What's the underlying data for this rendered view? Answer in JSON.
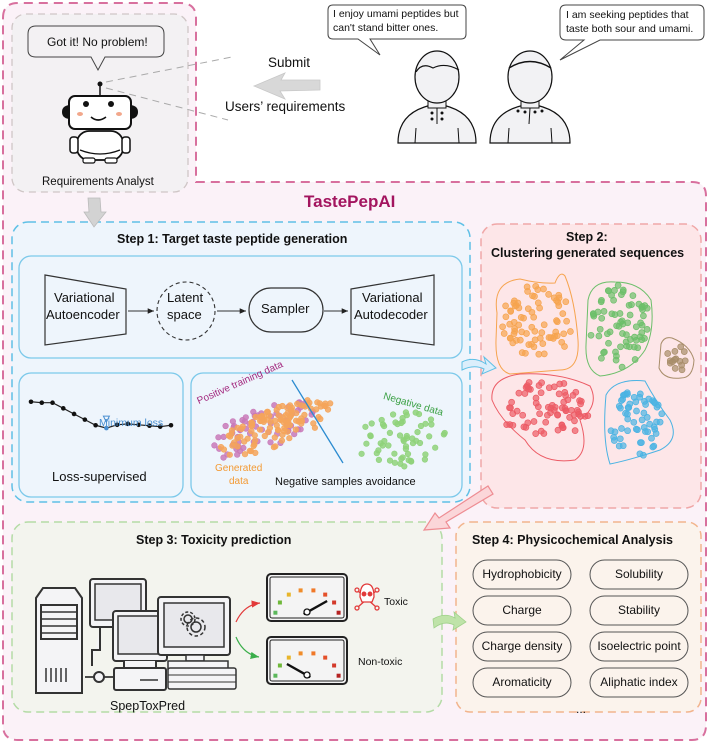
{
  "title": "TastePepAI",
  "colors": {
    "title": "#a3155f",
    "outer_border": "#d8709e",
    "outer_fill": "#fbf2f8",
    "step1_border": "#5fc0e6",
    "step1_fill": "#eef5fc",
    "step2_border": "#f0a7a7",
    "step2_fill": "#fde6e8",
    "step3_border": "#a9d89a",
    "step3_fill": "#f3f4ee",
    "step4_border": "#f2b48d",
    "step4_fill": "#fbf3ec"
  },
  "analyst": {
    "speech": "Got it! No problem!",
    "label": "Requirements Analyst"
  },
  "users": {
    "user1_speech": [
      "I enjoy umami peptides but",
      "can't stand bitter ones."
    ],
    "user2_speech": [
      "I am seeking peptides that",
      "taste both sour and umami."
    ],
    "submit_label": "Submit",
    "requirements_label": "Users’ requirements"
  },
  "step1": {
    "title": "Step 1: Target taste peptide generation",
    "encoder": [
      "Variational",
      "Autoencoder"
    ],
    "latent": [
      "Latent",
      "space"
    ],
    "sampler": "Sampler",
    "decoder": [
      "Variational",
      "Autodecoder"
    ],
    "loss_panel": {
      "label": "Loss-supervised",
      "min_label": "Minimum loss",
      "loss_values": [
        0.92,
        0.9,
        0.9,
        0.78,
        0.66,
        0.54,
        0.42,
        0.36,
        0.43,
        0.45,
        0.43,
        0.41,
        0.39,
        0.42
      ],
      "min_index": 7
    },
    "scatter_panel": {
      "label": "Negative samples avoidance",
      "positive_label": "Positive training data",
      "negative_label": "Negative data",
      "generated_label": [
        "Generated",
        "data"
      ],
      "positive_color": "#c879b8",
      "generated_color": "#f5a55a",
      "negative_color": "#8fd27a"
    }
  },
  "step2": {
    "title": [
      "Step 2:",
      "Clustering generated sequences"
    ],
    "clusters": [
      {
        "name": "orange",
        "color": "#f6a44f"
      },
      {
        "name": "green",
        "color": "#6cbf6a"
      },
      {
        "name": "brown",
        "color": "#a88d6a"
      },
      {
        "name": "red",
        "color": "#ec5b65"
      },
      {
        "name": "blue",
        "color": "#4bb3e3"
      }
    ]
  },
  "step3": {
    "title": "Step 3: Toxicity prediction",
    "tool_label": "SpepToxPred",
    "toxic_label": "Toxic",
    "nontoxic_label": "Non-toxic",
    "toxic_gauge_level": 0.85,
    "nontoxic_gauge_level": 0.15
  },
  "step4": {
    "title": "Step 4: Physicochemical Analysis",
    "properties": [
      "Hydrophobicity",
      "Solubility",
      "Charge",
      "Stability",
      "Charge density",
      "Isoelectric point",
      "Aromaticity",
      "Aliphatic index"
    ],
    "more": "..."
  }
}
